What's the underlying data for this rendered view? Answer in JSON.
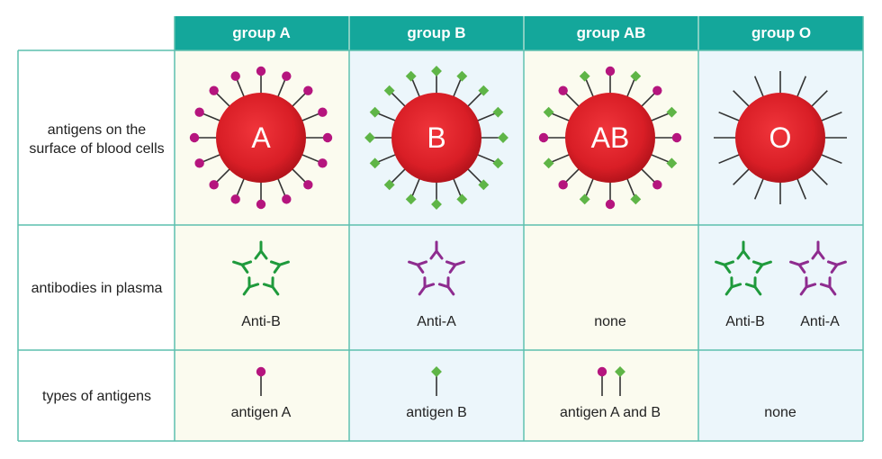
{
  "columns": [
    {
      "header": "group A",
      "cell_letter": "A",
      "antibody_label": "Anti-B",
      "antigen_type_label": "antigen A",
      "antigens": [
        "A"
      ],
      "antibodies": [
        "B"
      ],
      "bg": "#fbfbef"
    },
    {
      "header": "group B",
      "cell_letter": "B",
      "antibody_label": "Anti-A",
      "antigen_type_label": "antigen B",
      "antigens": [
        "B"
      ],
      "antibodies": [
        "A"
      ],
      "bg": "#ecf6fb"
    },
    {
      "header": "group AB",
      "cell_letter": "AB",
      "antibody_label": "none",
      "antigen_type_label": "antigen A and B",
      "antigens": [
        "A",
        "B"
      ],
      "antibodies": [],
      "bg": "#fbfbef"
    },
    {
      "header": "group O",
      "cell_letter": "O",
      "antibody_label_1": "Anti-B",
      "antibody_label_2": "Anti-A",
      "antigen_type_label": "none",
      "antigens": [],
      "antibodies": [
        "B",
        "A"
      ],
      "bg": "#ecf6fb"
    }
  ],
  "rows": {
    "antigens_label": "antigens on the surface of blood cells",
    "antibodies_label": "antibodies in plasma",
    "types_label": "types of antigens"
  },
  "colors": {
    "header_bg": "#14a79b",
    "border": "#5cbfae",
    "cell_red": "#d91e26",
    "antigen_a": "#b5157e",
    "antigen_b": "#5fb547",
    "anti_b": "#1f9a3c",
    "anti_a": "#8e2c8f"
  }
}
